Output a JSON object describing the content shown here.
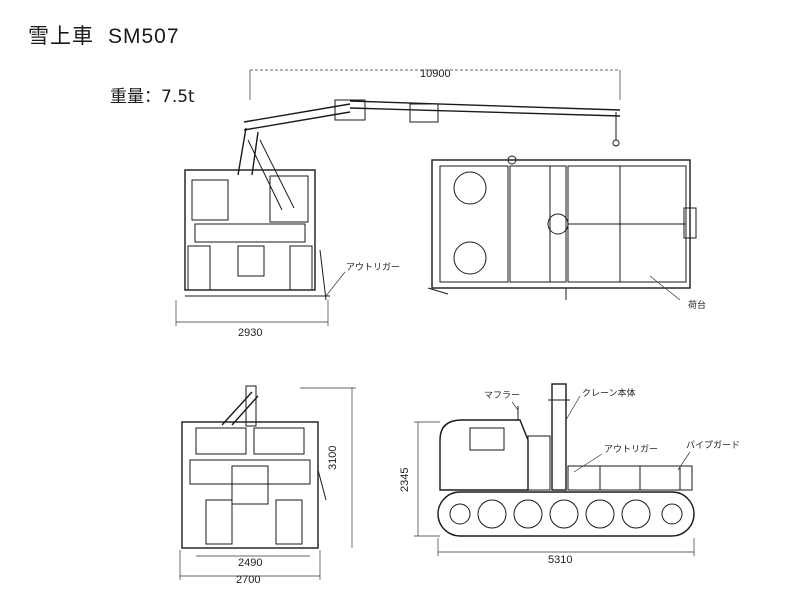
{
  "title": {
    "name": "雪上車",
    "model": "SM507"
  },
  "weight_label": "重量：7.5t",
  "dimensions": {
    "boom_reach": "10900",
    "front_width_top": "2930",
    "rear_height": "3100",
    "rear_track_width": "2490",
    "rear_overall_width": "2700",
    "side_height": "2345",
    "side_length": "5310"
  },
  "labels": {
    "outrigger_top": "アウトリガー",
    "cargo_bed": "荷台",
    "muffler": "マフラー",
    "crane_body": "クレーン本体",
    "outrigger_side": "アウトリガー",
    "pipe_guard": "パイプガード"
  },
  "icons": [
    "crane-truck-front-view",
    "crane-truck-top-view",
    "crane-truck-rear-view",
    "crane-truck-side-view"
  ]
}
